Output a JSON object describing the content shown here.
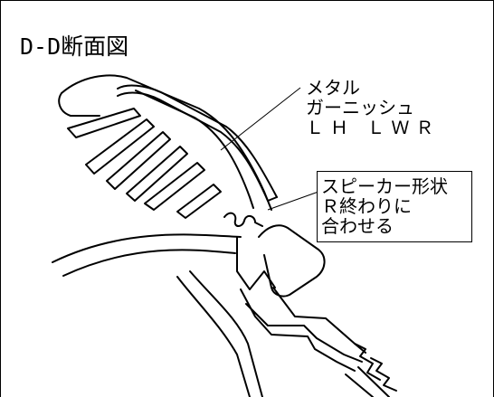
{
  "title": "D-D断面図",
  "callouts": {
    "metal_garnish": {
      "line1": "メタル",
      "line2": "ガーニッシュ",
      "line3": "ＬＨ ＬＷＲ"
    },
    "speaker_shape": {
      "line1": "スピーカー形状",
      "line2": "Ｒ終わりに",
      "line3": "合わせる"
    }
  },
  "colors": {
    "line": "#000000",
    "background": "#ffffff"
  }
}
